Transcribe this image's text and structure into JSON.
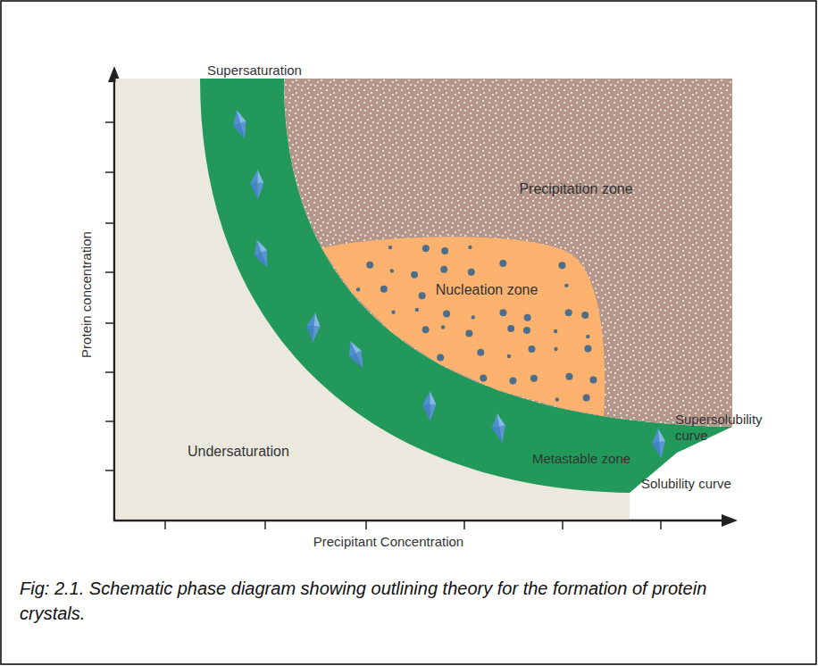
{
  "diagram": {
    "caption": "Fig: 2.1. Schematic phase diagram showing outlining theory for the formation of protein crystals.",
    "nodes": [
      {
        "text": [
          "Undersaturation"
        ]
      },
      {
        "text": [
          "Supersaturation",
          "Metastable zone"
        ]
      },
      {
        "text": [
          "Precipitation zone"
        ]
      },
      {
        "text": [
          "Nucleation zone"
        ]
      }
    ],
    "labels": [
      "Supersolubility curve",
      "Solubility curve",
      "Protein concentration",
      "Precipitant Concentration"
    ]
  }
}
